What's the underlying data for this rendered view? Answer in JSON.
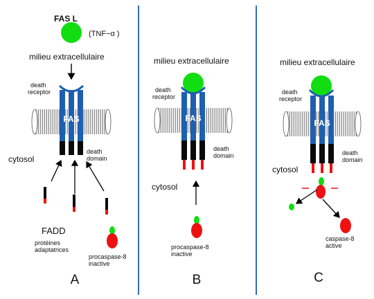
{
  "colors": {
    "receptor_blue": "#1e5fb0",
    "ligand_green": "#11dd11",
    "caspase_red": "#ee1111",
    "divider_blue": "#2f6bb8",
    "death_domain_black": "#0a0a0a",
    "membrane_gray": "#bdbdbd"
  },
  "panel_a": {
    "ligand_title": "FAS L",
    "ligand_alias": "(TNF−α )",
    "extracellular": "milieu extracellulaire",
    "death_receptor_line1": "death",
    "death_receptor_line2": "receptor",
    "fas_label": "FAS",
    "cytosol": "cytosol",
    "death_domain_line1": "death",
    "death_domain_line2": "domain",
    "fadd": "FADD",
    "adaptor_line1": "protéines",
    "adaptor_line2": "adaptatrices",
    "procaspase_line1": "procaspase-8",
    "procaspase_line2": "inactive",
    "panel_letter": "A"
  },
  "panel_b": {
    "extracellular": "milieu extracellulaire",
    "death_receptor_line1": "death",
    "death_receptor_line2": "receptor",
    "fas_label": "FAS",
    "death_domain_line1": "death",
    "death_domain_line2": "domain",
    "cytosol": "cytosol",
    "procaspase_line1": "procaspase-8",
    "procaspase_line2": "inactive",
    "panel_letter": "B"
  },
  "panel_c": {
    "extracellular": "milieu extracellulaire",
    "death_receptor_line1": "death",
    "death_receptor_line2": "receptor",
    "fas_label": "FAS",
    "death_domain_line1": "death",
    "death_domain_line2": "domain",
    "cytosol": "cytosol",
    "caspase_line1": "caspase-8",
    "caspase_line2": "active",
    "panel_letter": "C"
  }
}
